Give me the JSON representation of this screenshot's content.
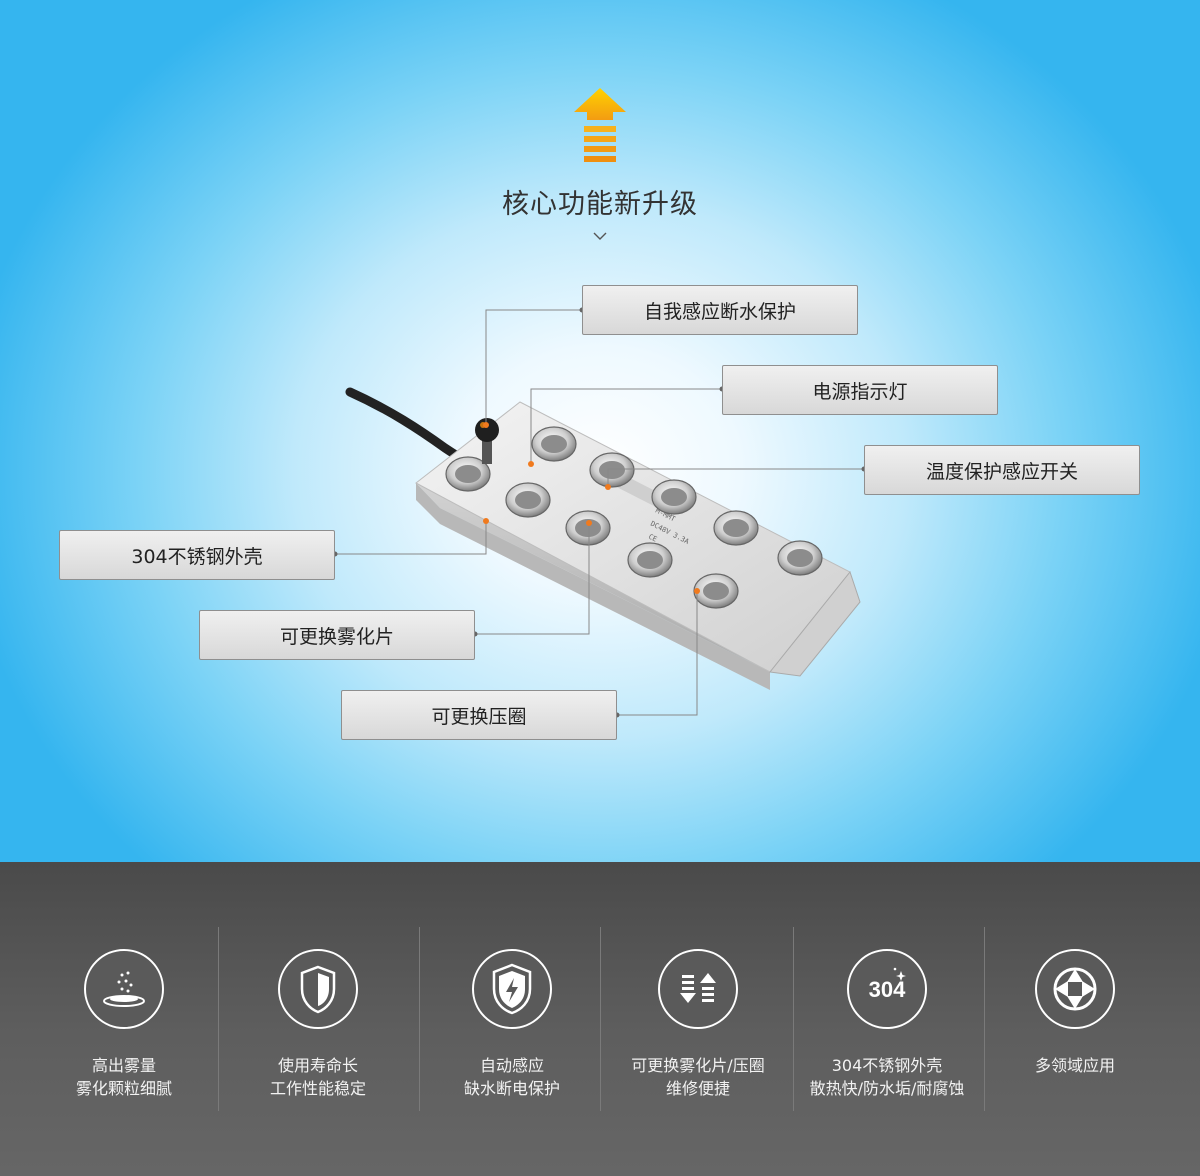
{
  "hero": {
    "title": "核心功能新升级",
    "icons": {
      "upgrade": "upgrade-arrow-icon",
      "chevron": "chevron-down-icon"
    }
  },
  "callouts": [
    "自我感应断水保护",
    "电源指示灯",
    "温度保护感应开关",
    "304不锈钢外壳",
    "可更换雾化片",
    "可更换压圈"
  ],
  "features": [
    {
      "icon": "mist-particles-icon",
      "line1": "高出雾量",
      "line2": "雾化颗粒细腻"
    },
    {
      "icon": "shield-icon",
      "line1": "使用寿命长",
      "line2": "工作性能稳定"
    },
    {
      "icon": "shield-lightning-icon",
      "line1": "自动感应",
      "line2": "缺水断电保护"
    },
    {
      "icon": "swap-arrows-icon",
      "line1": "可更换雾化片/压圈",
      "line2": "维修便捷"
    },
    {
      "icon": "steel-304-icon",
      "line1": "304不锈钢外壳",
      "line2": "散热快/防水垢/耐腐蚀",
      "icon_text": "304"
    },
    {
      "icon": "aperture-icon",
      "line1": "多领域应用",
      "line2": ""
    }
  ],
  "colors": {
    "accent_orange": "#f07a1e",
    "sky_blue": "#35b5ef",
    "footer_gray": "#5a5a5a"
  }
}
